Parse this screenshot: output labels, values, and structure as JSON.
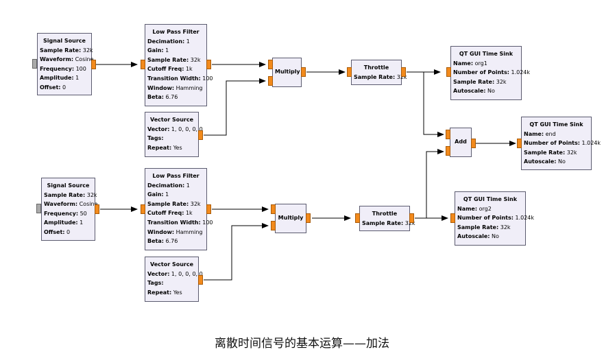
{
  "caption": "离散时间信号的基本运算——加法",
  "blocks": {
    "sig1": {
      "title": "Signal Source",
      "params": [
        {
          "k": "Sample Rate:",
          "v": " 32k"
        },
        {
          "k": "Waveform:",
          "v": " Cosine"
        },
        {
          "k": "Frequency:",
          "v": " 100"
        },
        {
          "k": "Amplitude:",
          "v": " 1"
        },
        {
          "k": "Offset:",
          "v": " 0"
        }
      ]
    },
    "lpf1": {
      "title": "Low Pass Filter",
      "params": [
        {
          "k": "Decimation:",
          "v": " 1"
        },
        {
          "k": "Gain:",
          "v": " 1"
        },
        {
          "k": "Sample Rate:",
          "v": " 32k"
        },
        {
          "k": "Cutoff Freq:",
          "v": " 1k"
        },
        {
          "k": "Transition Width:",
          "v": " 100"
        },
        {
          "k": "Window:",
          "v": " Hamming"
        },
        {
          "k": "Beta:",
          "v": " 6.76"
        }
      ]
    },
    "vec1": {
      "title": "Vector Source",
      "params": [
        {
          "k": "Vector:",
          "v": " 1, 0, 0, 0, 0"
        },
        {
          "k": "Tags:",
          "v": ""
        },
        {
          "k": "Repeat:",
          "v": " Yes"
        }
      ]
    },
    "mul1": {
      "title": "Multiply",
      "params": []
    },
    "thr1": {
      "title": "Throttle",
      "params": [
        {
          "k": "Sample Rate:",
          "v": " 32k"
        }
      ]
    },
    "sink1": {
      "title": "QT GUI Time Sink",
      "params": [
        {
          "k": "Name:",
          "v": " org1"
        },
        {
          "k": "Number of Points:",
          "v": " 1.024k"
        },
        {
          "k": "Sample Rate:",
          "v": " 32k"
        },
        {
          "k": "Autoscale:",
          "v": " No"
        }
      ]
    },
    "add": {
      "title": "Add",
      "params": []
    },
    "sinkEnd": {
      "title": "QT GUI Time Sink",
      "params": [
        {
          "k": "Name:",
          "v": " end"
        },
        {
          "k": "Number of Points:",
          "v": " 1.024k"
        },
        {
          "k": "Sample Rate:",
          "v": " 32k"
        },
        {
          "k": "Autoscale:",
          "v": " No"
        }
      ]
    },
    "sig2": {
      "title": "Signal Source",
      "params": [
        {
          "k": "Sample Rate:",
          "v": " 32k"
        },
        {
          "k": "Waveform:",
          "v": " Cosine"
        },
        {
          "k": "Frequency:",
          "v": " 50"
        },
        {
          "k": "Amplitude:",
          "v": " 1"
        },
        {
          "k": "Offset:",
          "v": " 0"
        }
      ]
    },
    "lpf2": {
      "title": "Low Pass Filter",
      "params": [
        {
          "k": "Decimation:",
          "v": " 1"
        },
        {
          "k": "Gain:",
          "v": " 1"
        },
        {
          "k": "Sample Rate:",
          "v": " 32k"
        },
        {
          "k": "Cutoff Freq:",
          "v": " 1k"
        },
        {
          "k": "Transition Width:",
          "v": " 100"
        },
        {
          "k": "Window:",
          "v": " Hamming"
        },
        {
          "k": "Beta:",
          "v": " 6.76"
        }
      ]
    },
    "vec2": {
      "title": "Vector Source",
      "params": [
        {
          "k": "Vector:",
          "v": " 1, 0, 0, 0, 0"
        },
        {
          "k": "Tags:",
          "v": ""
        },
        {
          "k": "Repeat:",
          "v": " Yes"
        }
      ]
    },
    "mul2": {
      "title": "Multiply",
      "params": []
    },
    "thr2": {
      "title": "Throttle",
      "params": [
        {
          "k": "Sample Rate:",
          "v": " 32k"
        }
      ]
    },
    "sink2": {
      "title": "QT GUI Time Sink",
      "params": [
        {
          "k": "Name:",
          "v": " org2"
        },
        {
          "k": "Number of Points:",
          "v": " 1.024k"
        },
        {
          "k": "Sample Rate:",
          "v": " 32k"
        },
        {
          "k": "Autoscale:",
          "v": " No"
        }
      ]
    }
  },
  "colors": {
    "block_fill": "#f0eef8",
    "port": "#f28a1c",
    "wire": "#000000"
  }
}
